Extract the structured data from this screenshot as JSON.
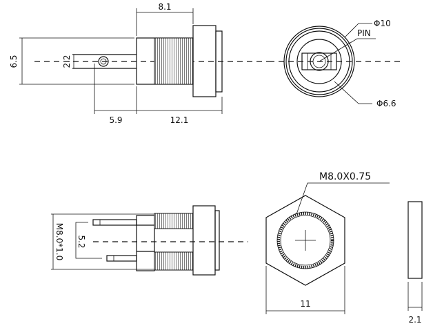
{
  "drawing": {
    "side_view_top": {
      "dim_body_length": "8.1",
      "dim_height": "6.5",
      "dim_pin_hole": "2.2",
      "dim_pin_offset": "5.9",
      "dim_total_length": "12.1"
    },
    "front_view_top": {
      "label_outer_diameter": "Φ10",
      "label_pin": "PIN",
      "label_inner_diameter": "Φ6.6"
    },
    "side_view_bottom": {
      "dim_thread": "M8.0*1.0",
      "dim_pin_spacing": "5.2"
    },
    "nut_view": {
      "label_thread": "M8.0X0.75",
      "dim_width": "11"
    },
    "nut_side": {
      "dim_thickness": "2.1"
    }
  }
}
